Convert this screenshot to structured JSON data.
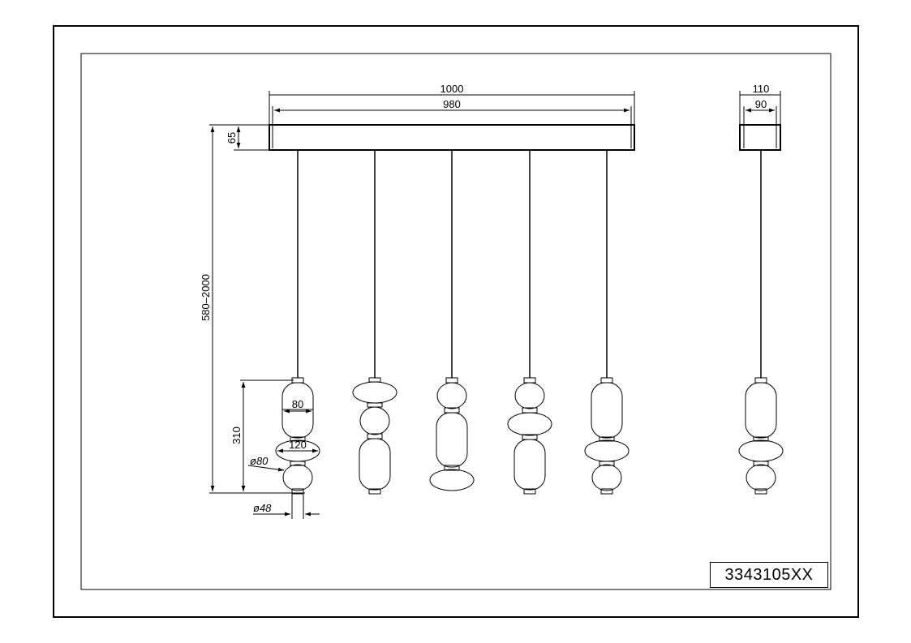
{
  "drawing": {
    "product_code": "3343105XX",
    "dimensions": {
      "bar_outer_width": "1000",
      "bar_inner_width": "980",
      "bar_height": "65",
      "side_outer_width": "110",
      "side_inner_width": "90",
      "suspension_height": "580–2000",
      "pendant_height": "310",
      "capsule_width": "80",
      "disc_width": "120",
      "sphere_diameter": "ø80",
      "socket_diameter": "ø48"
    }
  }
}
